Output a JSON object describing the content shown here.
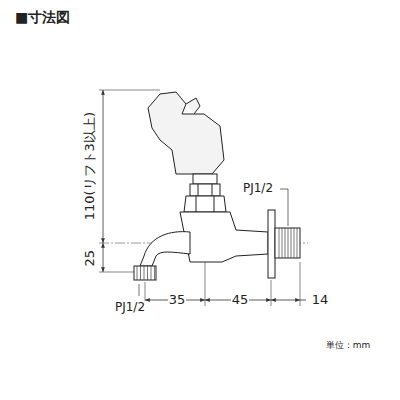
{
  "diagram": {
    "title": "■寸法図",
    "labels": [
      "110(リフト3以上)",
      "25",
      "PJ1/2",
      "PJ1/2",
      "35",
      "45",
      "14",
      "単位：mm"
    ]
  }
}
